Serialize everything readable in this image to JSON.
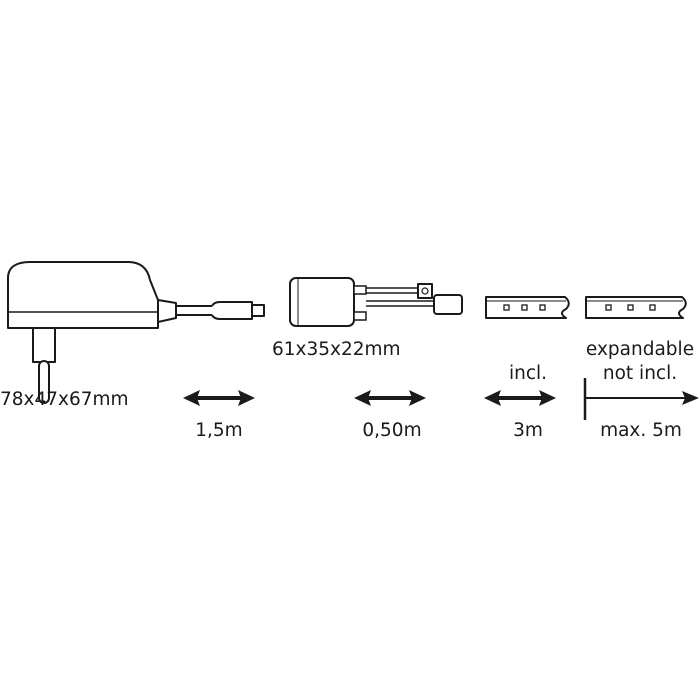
{
  "colors": {
    "ink": "#1a1a1a",
    "background": "#ffffff"
  },
  "components": {
    "adapter": {
      "icon": "power-adapter-icon",
      "dimensions": "78x47x67mm"
    },
    "adapter_cable": {
      "icon": "double-arrow-icon",
      "length": "1,5m"
    },
    "controller": {
      "icon": "controller-box-icon",
      "dimensions": "61x35x22mm"
    },
    "controller_cable": {
      "icon": "double-arrow-icon",
      "length": "0,50m"
    },
    "strip_included": {
      "icon": "led-strip-icon",
      "note": "incl.",
      "length": "3m"
    },
    "strip_expansion": {
      "icon": "led-strip-icon",
      "note_line1": "expandable",
      "note_line2": "not incl.",
      "length": "max. 5m"
    }
  }
}
